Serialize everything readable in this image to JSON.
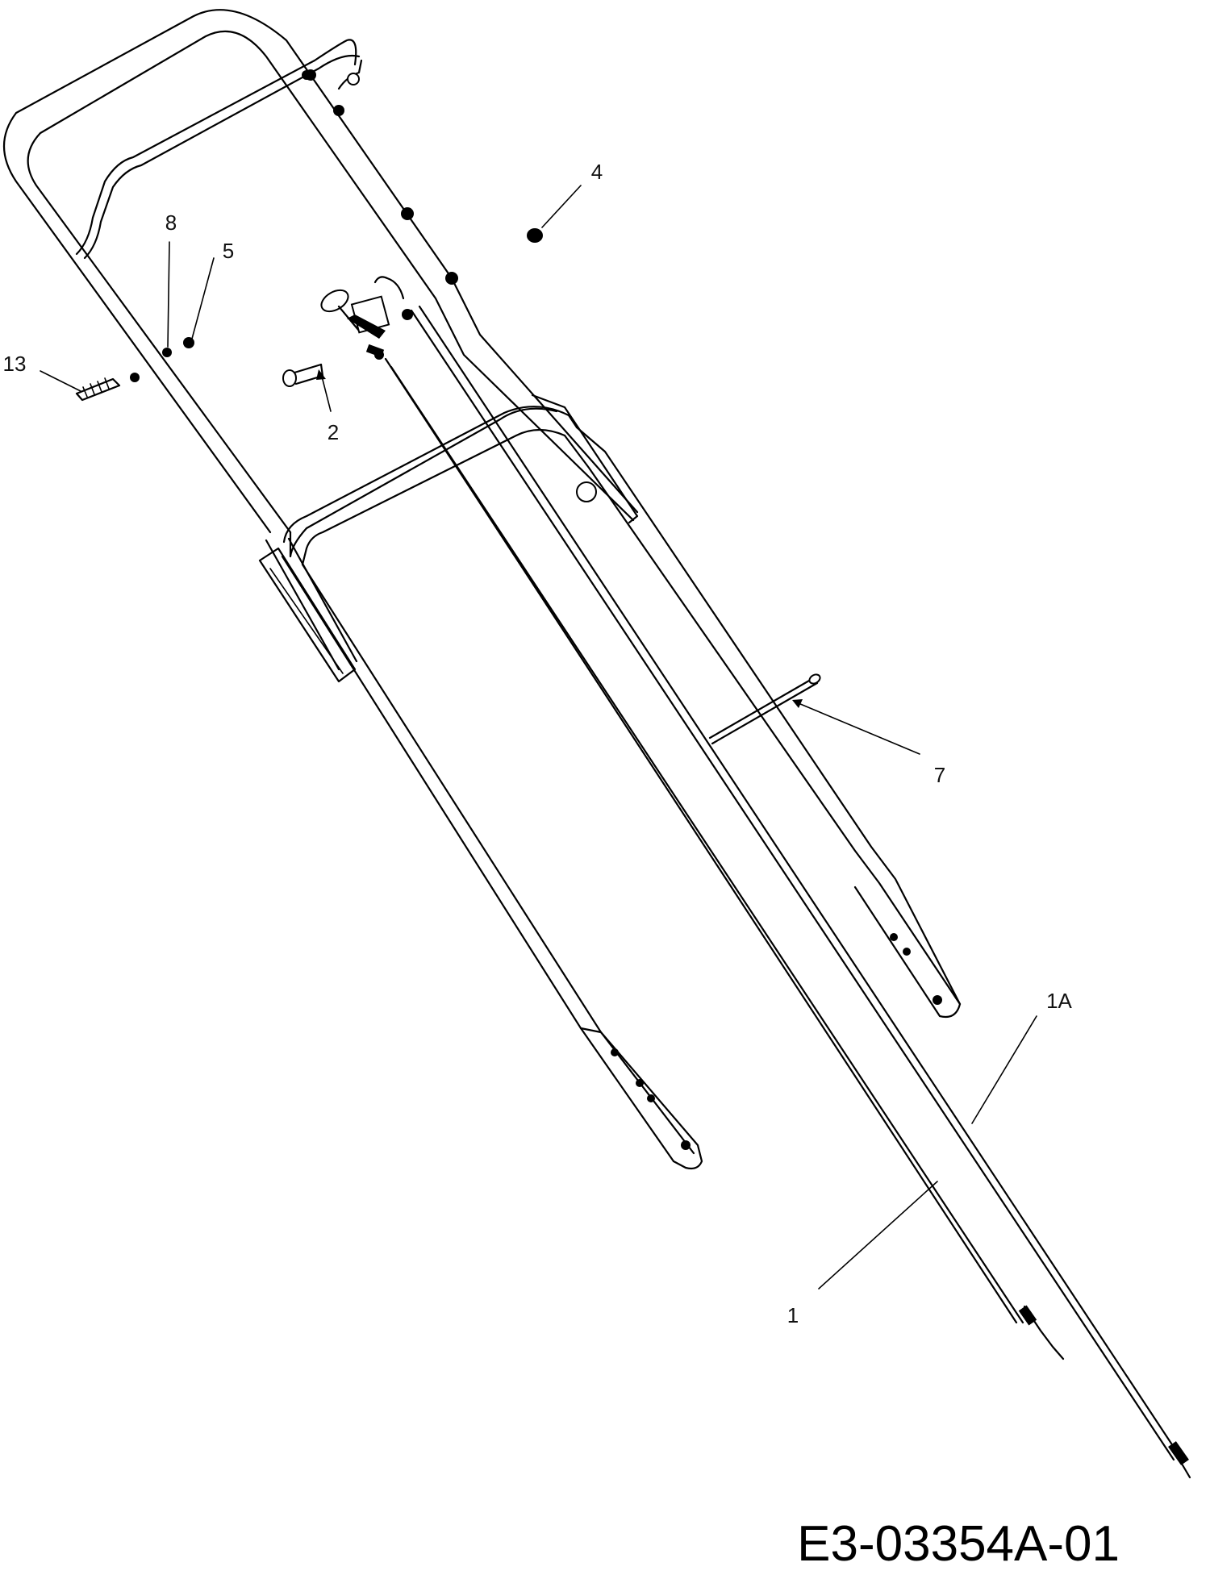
{
  "drawing_code": "E3-03354A-01",
  "callouts": [
    {
      "id": "c13",
      "label": "13"
    },
    {
      "id": "c8",
      "label": "8"
    },
    {
      "id": "c5",
      "label": "5"
    },
    {
      "id": "c2",
      "label": "2"
    },
    {
      "id": "c4",
      "label": "4"
    },
    {
      "id": "c7",
      "label": "7"
    },
    {
      "id": "c1A",
      "label": "1A"
    },
    {
      "id": "c1",
      "label": "1"
    }
  ],
  "colors": {
    "ink": "#000000",
    "paper": "#ffffff"
  }
}
